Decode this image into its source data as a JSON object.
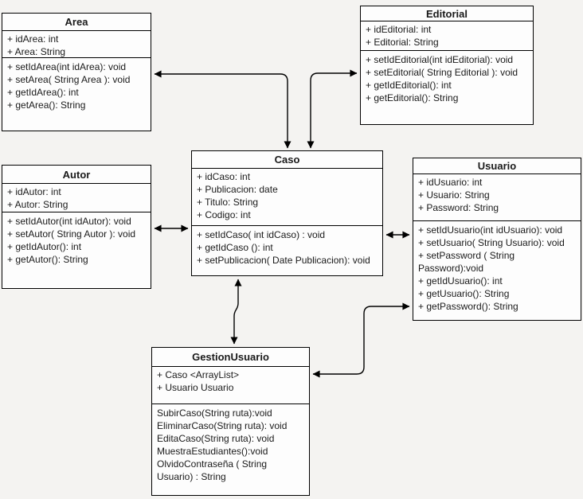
{
  "colors": {
    "background": "#f4f3f1",
    "box_fill": "#fdfdfd",
    "border": "#000000",
    "connector": "#000000"
  },
  "diagram": {
    "type": "uml-class-diagram",
    "classes": [
      {
        "title": "Area",
        "attributes": [
          "+ idArea: int",
          "+ Area: String"
        ],
        "methods": [
          "+ setIdArea(int idArea): void",
          "+ setArea( String Area ): void",
          "+ getIdArea(): int",
          "+ getArea(): String"
        ]
      },
      {
        "title": "Editorial",
        "attributes": [
          "+ idEditorial: int",
          "+ Editorial: String"
        ],
        "methods": [
          "+ setIdEditorial(int idEditorial): void",
          "+ setEditorial( String Editorial ): void",
          "+ getIdEditorial(): int",
          "+ getEditorial(): String"
        ]
      },
      {
        "title": "Autor",
        "attributes": [
          "+ idAutor: int",
          "+ Autor: String"
        ],
        "methods": [
          "+ setIdAutor(int idAutor): void",
          "+ setAutor( String Autor ): void",
          "+ getIdAutor(): int",
          "+ getAutor(): String"
        ]
      },
      {
        "title": "Caso",
        "attributes": [
          "+ idCaso: int",
          "+ Publicacion: date",
          "+ Titulo: String",
          "+ Codigo: int"
        ],
        "methods": [
          "+ setIdCaso( int idCaso) : void",
          "+ getIdCaso (): int",
          "+ setPublicacion( Date Publicacion): void"
        ]
      },
      {
        "title": "Usuario",
        "attributes": [
          "+ idUsuario: int",
          "+ Usuario: String",
          "+ Password: String"
        ],
        "methods": [
          "+ setIdUsuario(int idUsuario): void",
          "+ setUsuario( String Usuario): void",
          "+ setPassword ( String Password):void",
          "+ getIdUsuario(): int",
          "+ getUsuario(): String",
          "+ getPassword(): String"
        ]
      },
      {
        "title": "GestionUsuario",
        "attributes": [
          "+ Caso <ArrayList>",
          "+ Usuario Usuario"
        ],
        "methods": [
          "SubirCaso(String ruta):void",
          "EliminarCaso(String ruta): void",
          "EditaCaso(String ruta): void",
          "MuestraEstudiantes():void",
          "OlvidoContraseña ( String Usuario) : String"
        ]
      }
    ],
    "connectors": [
      {
        "from": "Area",
        "to": "Caso",
        "style": "double-arrow-elbow"
      },
      {
        "from": "Editorial",
        "to": "Caso",
        "style": "double-arrow-elbow"
      },
      {
        "from": "Autor",
        "to": "Caso",
        "style": "double-arrow-straight"
      },
      {
        "from": "Caso",
        "to": "Usuario",
        "style": "double-arrow-straight"
      },
      {
        "from": "Caso",
        "to": "GestionUsuario",
        "style": "double-arrow-straight"
      },
      {
        "from": "Usuario",
        "to": "GestionUsuario",
        "style": "double-arrow-elbow"
      }
    ]
  }
}
